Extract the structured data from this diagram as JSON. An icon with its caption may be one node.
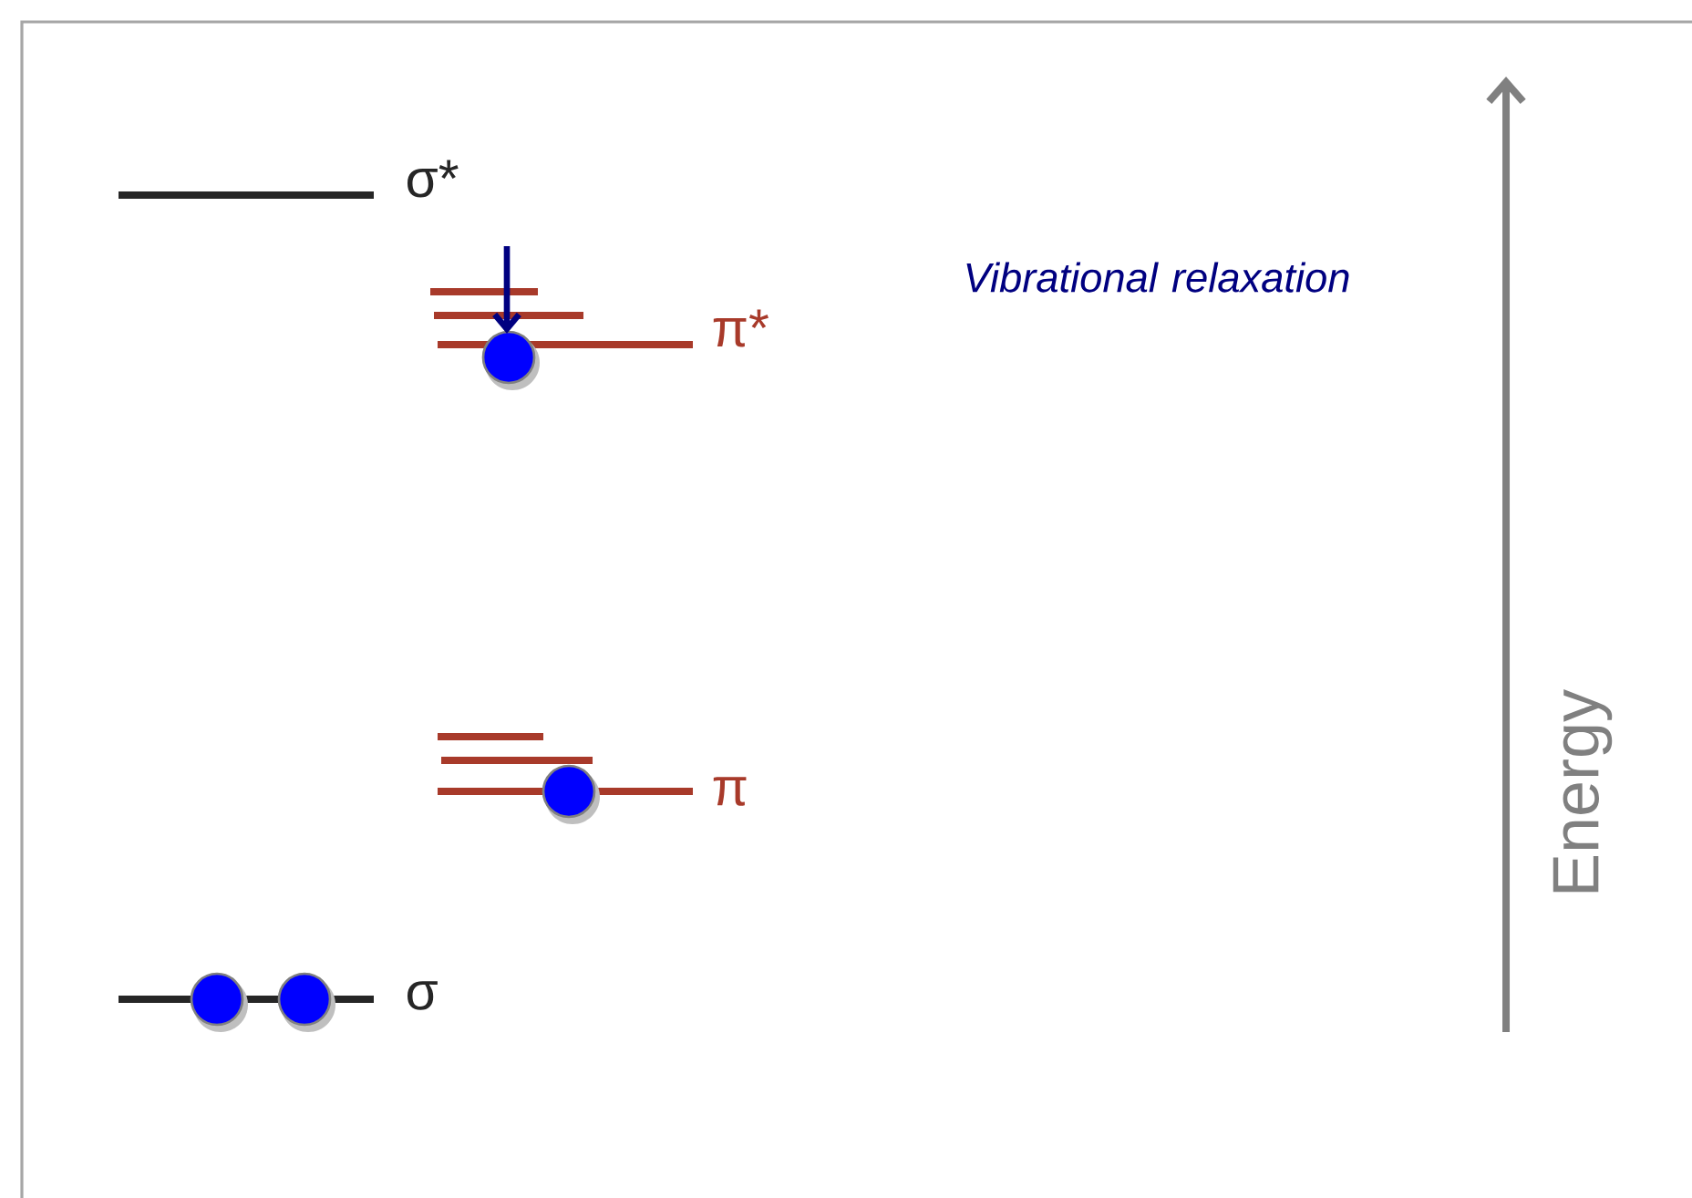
{
  "diagram": {
    "labels": [
      "σ*",
      "Vibrational relaxation",
      "π*",
      "Energy",
      "π",
      "σ"
    ]
  }
}
